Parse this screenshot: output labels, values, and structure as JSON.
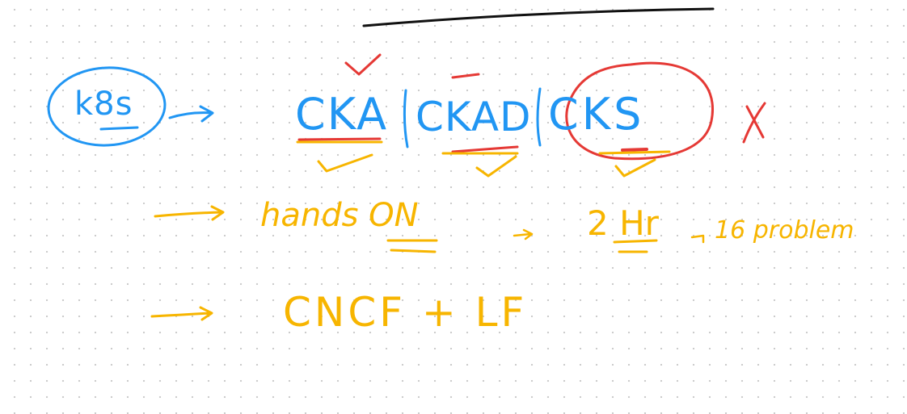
{
  "colors": {
    "blue": "#2196F3",
    "yellow": "#F7B500",
    "red": "#E53935",
    "black": "#111111"
  },
  "row1": {
    "k8s": "k8s",
    "cka": "CKA",
    "ckad": "CKAD",
    "cks": "CKS",
    "cross": "X"
  },
  "row2": {
    "hands_on": "hands ON",
    "arrow": "→",
    "duration": "2 Hr",
    "problems": "16 problem"
  },
  "row3": {
    "org": "CNCF + LF"
  }
}
